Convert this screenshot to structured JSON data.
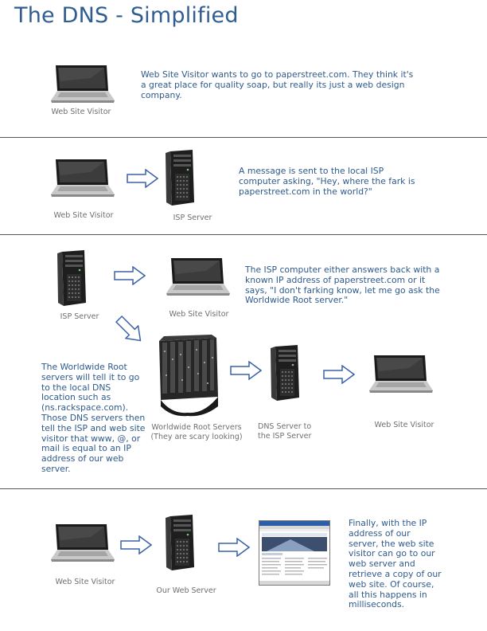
{
  "title": "The DNS - Simplified",
  "labels": {
    "web_site_visitor": "Web Site Visitor",
    "isp_server": "ISP Server",
    "root_servers_line1": "Worldwide Root Servers",
    "root_servers_line2": "(They are scary looking)",
    "dns_server_line1": "DNS Server to",
    "dns_server_line2": "the ISP Server",
    "our_web_server": "Our Web Server"
  },
  "steps": {
    "step1_text": "Web Site Visitor wants to go to paperstreet.com.  They think it's a great place for quality soap, but really its just a web design company.",
    "step2_text": "A message is sent to the local ISP computer asking, \"Hey, where the fark is paperstreet.com in the world?\"",
    "step3_text": "The ISP computer either answers back with a known IP address of paperstreet.com or it says, \"I don't farking know, let me go ask the Worldwide Root server.\"",
    "step3_side_text": "The Worldwide Root servers will tell it to go to the local DNS location such as (ns.rackspace.com). Those DNS servers then tell the ISP and web site visitor  that www, @, or mail is equal to an IP address of our web server.",
    "step4_text": "Finally, with the IP address of our server, the web site visitor can go to our web server and retrieve a copy of our web site. Of course, all this happens in milliseconds."
  },
  "colors": {
    "title": "#2f5d8f",
    "text": "#2e5a8c",
    "arrow": "#3a62a8",
    "label": "#6f6f6f"
  }
}
